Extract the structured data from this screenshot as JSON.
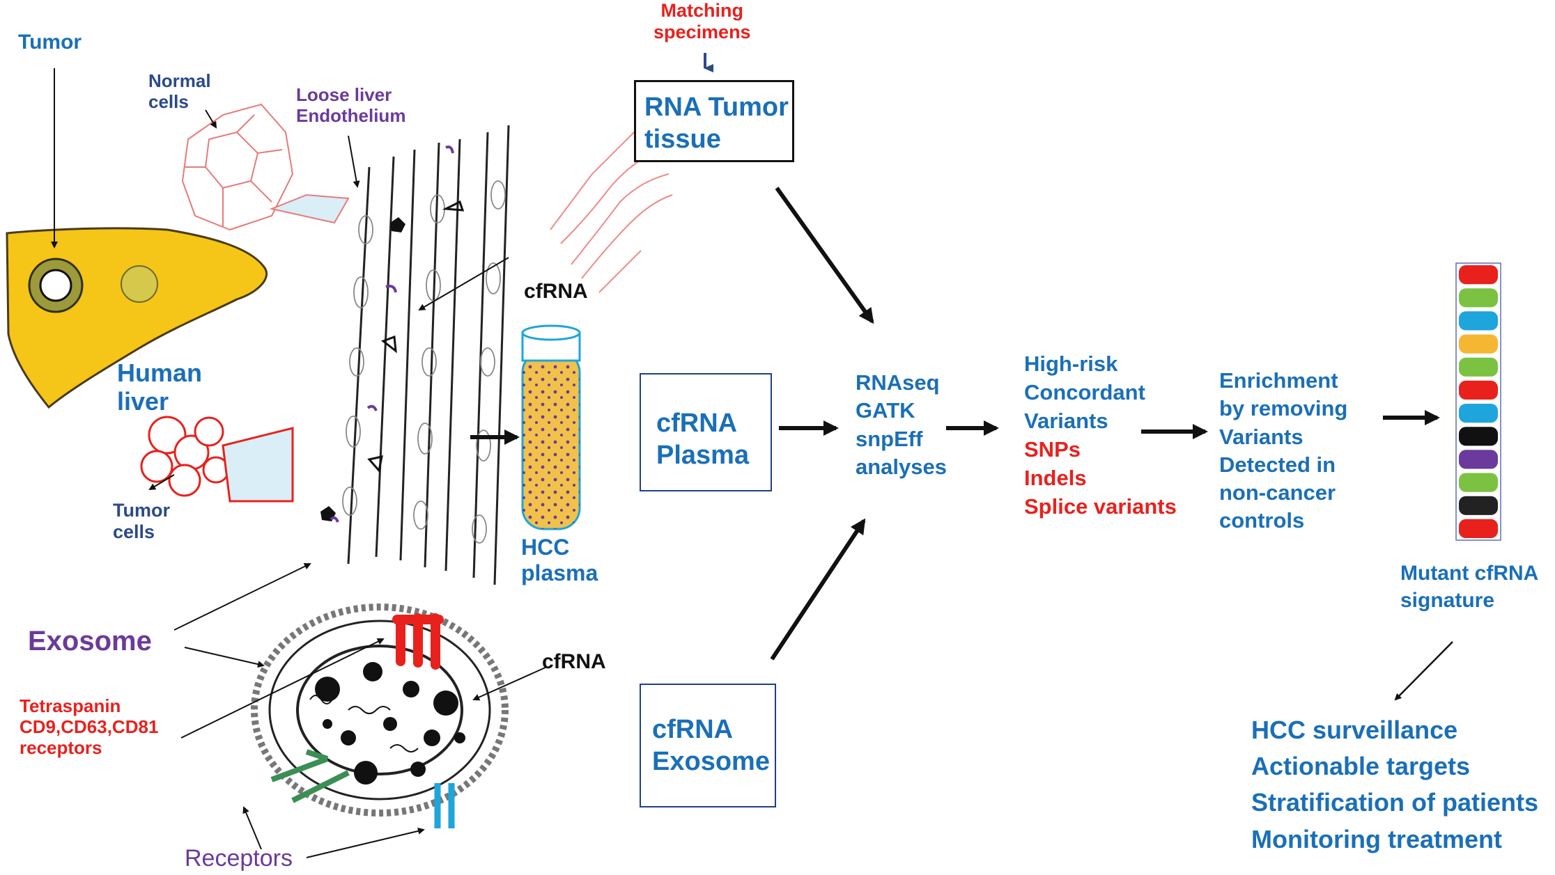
{
  "labels": {
    "tumor": "Tumor",
    "normal_cells": [
      "Normal",
      "cells"
    ],
    "loose_liver": [
      "Loose liver",
      "Endothelium"
    ],
    "human_liver": [
      "Human",
      "liver"
    ],
    "tumor_cells": [
      "Tumor",
      "cells"
    ],
    "cfrna_top": "cfRNA",
    "hcc_plasma": [
      "HCC",
      "plasma"
    ],
    "exosome": "Exosome",
    "tetraspanin": [
      "Tetraspanin",
      "CD9,CD63,CD81",
      "receptors"
    ],
    "cfrna_exosome": "cfRNA",
    "receptors": "Receptors",
    "matching": [
      "Matching",
      "specimens"
    ]
  },
  "boxes": {
    "rna_tumor": [
      "RNA Tumor",
      "tissue"
    ],
    "cfrna_plasma": [
      "cfRNA",
      "Plasma"
    ],
    "cfrna_exosome": [
      "cfRNA",
      "Exosome"
    ]
  },
  "analysis": [
    "RNAseq",
    "GATK",
    "snpEff",
    "analyses"
  ],
  "variants": {
    "blue": [
      "High-risk",
      "Concordant",
      "Variants"
    ],
    "red": [
      "SNPs",
      "Indels",
      "Splice variants"
    ]
  },
  "enrichment": [
    "Enrichment",
    "by removing",
    "Variants",
    "Detected in",
    "non-cancer",
    "controls"
  ],
  "signature_label": [
    "Mutant cfRNA",
    "signature"
  ],
  "signature_colors": [
    "#e8211d",
    "#7cc242",
    "#1ea5dc",
    "#f5b731",
    "#7cc242",
    "#e8211d",
    "#1ea5dc",
    "#111111",
    "#6a3a9c",
    "#7cc242",
    "#222222",
    "#e8211d"
  ],
  "outcomes": [
    "HCC surveillance",
    "Actionable targets",
    "Stratification of patients",
    "Monitoring treatment"
  ]
}
